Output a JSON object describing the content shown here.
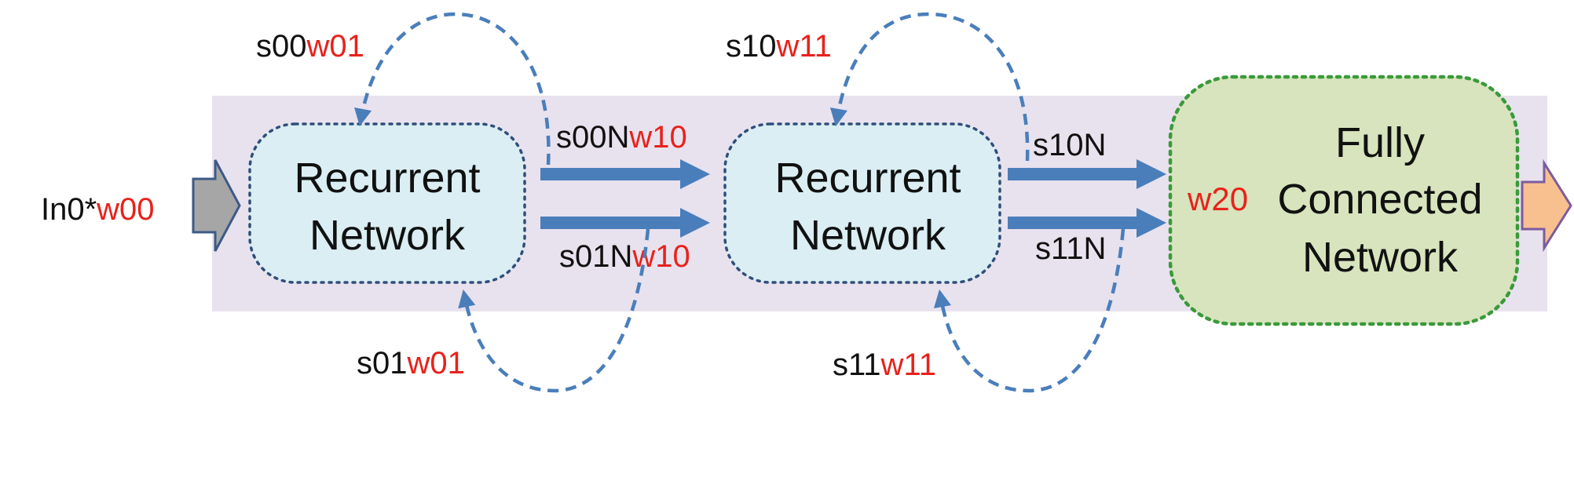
{
  "colors": {
    "band": "#e8e2ee",
    "rnn_fill": "#daeef3",
    "rnn_border": "#2f4f7a",
    "fc_fill": "#d7e4bd",
    "fc_border": "#3a9a3a",
    "arrow_blue": "#4a7ebb",
    "loop_blue": "#4a7ebb",
    "weight_red": "#e8221b",
    "text": "#111111",
    "input_arrow_fill": "#a6a6a6",
    "input_arrow_border": "#3c5a86",
    "output_arrow_fill": "#f9c08f",
    "output_arrow_border": "#7b5c9e"
  },
  "input": {
    "prefix": "In0*",
    "weight": "w00"
  },
  "rnn1": {
    "line1": "Recurrent",
    "line2": "Network"
  },
  "rnn2": {
    "line1": "Recurrent",
    "line2": "Network"
  },
  "fc": {
    "weight": "w20",
    "line1": "Fully",
    "line2": "Connected",
    "line3": "Network"
  },
  "loops": {
    "s00": {
      "state": "s00",
      "weight": "w01"
    },
    "s01": {
      "state": "s01",
      "weight": "w01"
    },
    "s10": {
      "state": "s10",
      "weight": "w11"
    },
    "s11": {
      "state": "s11",
      "weight": "w11"
    }
  },
  "links": {
    "s00N": {
      "state": "s00N",
      "weight": "w10"
    },
    "s01N": {
      "state": "s01N",
      "weight": "w10"
    },
    "s10N": {
      "state": "s10N"
    },
    "s11N": {
      "state": "s11N"
    }
  }
}
